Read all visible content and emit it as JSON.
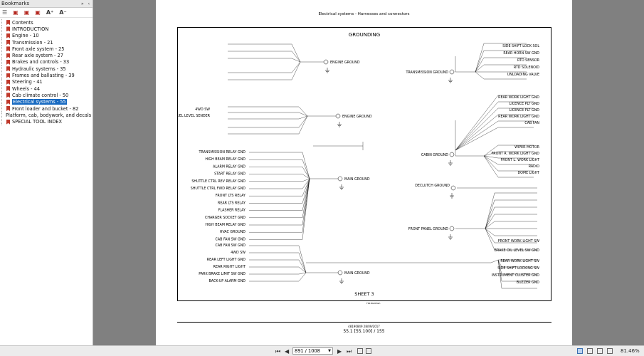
{
  "sidebar": {
    "title": "Bookmarks",
    "controls": "» ‹",
    "tools": [
      "☰",
      "▣",
      "▣",
      "▣",
      "A⁺",
      "A⁻"
    ],
    "items": [
      {
        "label": "Contents"
      },
      {
        "label": "INTRODUCTION"
      },
      {
        "label": "Engine - 10"
      },
      {
        "label": "Transmission - 21"
      },
      {
        "label": "Front axle system - 25"
      },
      {
        "label": "Rear axle system - 27"
      },
      {
        "label": "Brakes and controls - 33"
      },
      {
        "label": "Hydraulic systems - 35"
      },
      {
        "label": "Frames and ballasting - 39"
      },
      {
        "label": "Steering - 41"
      },
      {
        "label": "Wheels - 44"
      },
      {
        "label": "Cab climate control - 50"
      },
      {
        "label": "Electrical systems - 55"
      },
      {
        "label": "Front loader and bucket - 82"
      },
      {
        "label": "Platform, cab, bodywork, and decals -"
      },
      {
        "label": "SPECIAL TOOL INDEX"
      }
    ],
    "scroll_left": "<",
    "scroll_right": ">"
  },
  "document": {
    "header": "Electrical systems - Harnesses and connectors",
    "title": "GROUNDING",
    "sheet": "SHEET 3",
    "stamp": "FR18G003eh",
    "footer_code": "48190849 28/09/2017",
    "footer_page": "55.1 [55.100] / 155",
    "left_labels": [
      "4WD SW",
      "FUEL LEVEL SENDER",
      "TRANSMISSION RELAY GND",
      "HIGH BEAM RELAY GND",
      "ALARM RELAY GND",
      "START RELAY GND",
      "SHUTTLE CTRL REV RELAY GND",
      "SHUTTLE CTRL FWD RELAY GND",
      "FRONT LTS RELAY",
      "REAR LTS RELAY",
      "FLASHER RELAY",
      "CHARGER SOCKET GND",
      "HIGH BEAM RELAY GND",
      "HVAC GROUND",
      "CAB FAN SW GND",
      "4WD SW",
      "REAR LEFT LIGHT GND",
      "REAR RIGHT LIGHT",
      "PARK BRAKE LIMIT SW GND",
      "BACK-UP ALARM GND"
    ],
    "ground_labels": [
      "ENGINE GROUND",
      "ENGINE GROUND",
      "MAIN GROUND",
      "MAIN GROUND",
      "TRANSMISSION GROUND",
      "CABIN GROUND",
      "DECLUTCH GROUND",
      "FRONT PANEL GROUND"
    ],
    "right_labels": [
      "SIDE SHIFT LOCK SOL",
      "REAR HORN SW GND",
      "RTD SENSOR",
      "RTD SOLENOID",
      "UNLOADING VALVE",
      "REAR WORK LIGHT GND",
      "LICENCE PLT GND",
      "LICENCE PLT GND",
      "REAR WORK LIGHT GND",
      "CAB FAN",
      "WIPER MOTOR",
      "FRONT R. WORK LIGHT GND",
      "FRONT L. WORK LIGHT",
      "RADIO",
      "DOME LIGHT",
      "FRONT WORK LIGHT SW",
      "BRAKE OIL LEVEL SW GND",
      "REAR WORK LIGHT SW",
      "SIDE SHIFT LOCKING SW",
      "INSTRUMENT CLUSTER GND",
      "BUZZER GND"
    ]
  },
  "statusbar": {
    "first": "⏮",
    "prev": "◀",
    "page_value": "891 / 1008",
    "next": "▶",
    "last": "⏭",
    "zoom": "81.46%"
  }
}
